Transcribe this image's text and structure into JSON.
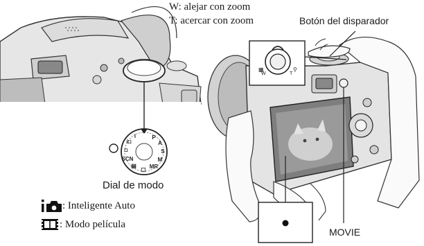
{
  "labels": {
    "zoom_w": "W: alejar con zoom",
    "zoom_t": "T: acercar con zoom",
    "shutter": "Botón del disparador",
    "mode_dial": "Dial de modo",
    "intelligent_auto": ": Inteligente Auto",
    "movie_mode": ": Modo película",
    "movie_button": "MOVIE"
  },
  "inset_labels": {
    "w": "W",
    "t": "T"
  },
  "icons": {
    "intelligent_auto_icon": "i-camera-icon",
    "movie_mode_icon": "film-strip-icon",
    "record_button_icon": "record-dot-icon"
  }
}
